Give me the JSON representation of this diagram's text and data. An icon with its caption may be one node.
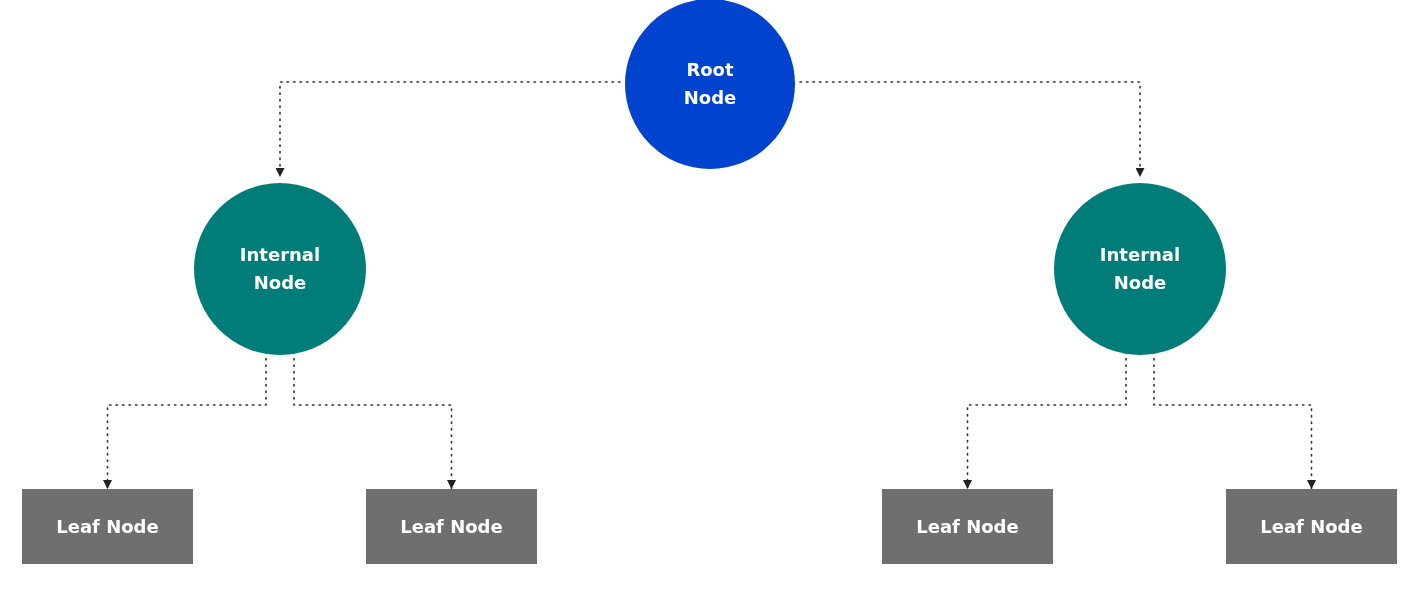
{
  "diagram": {
    "nodes": [
      {
        "text": [
          "Root Node"
        ]
      },
      {
        "text": [
          "Internal Node"
        ]
      },
      {
        "text": [
          "Internal Node"
        ]
      },
      {
        "text": [
          "Leaf Node"
        ]
      },
      {
        "text": [
          "Leaf Node"
        ]
      },
      {
        "text": [
          "Leaf Node"
        ]
      },
      {
        "text": [
          "Leaf Node"
        ]
      }
    ],
    "edges": [
      {
        "from": 0,
        "to": 1,
        "arrow": "to",
        "style": "dashed"
      },
      {
        "from": 0,
        "to": 2,
        "arrow": "to",
        "style": "dashed"
      },
      {
        "from": 1,
        "to": 3,
        "arrow": "to",
        "style": "dashed"
      },
      {
        "from": 1,
        "to": 4,
        "arrow": "to",
        "style": "dashed"
      },
      {
        "from": 2,
        "to": 5,
        "arrow": "to",
        "style": "dashed"
      },
      {
        "from": 2,
        "to": 6,
        "arrow": "to",
        "style": "dashed"
      }
    ]
  }
}
